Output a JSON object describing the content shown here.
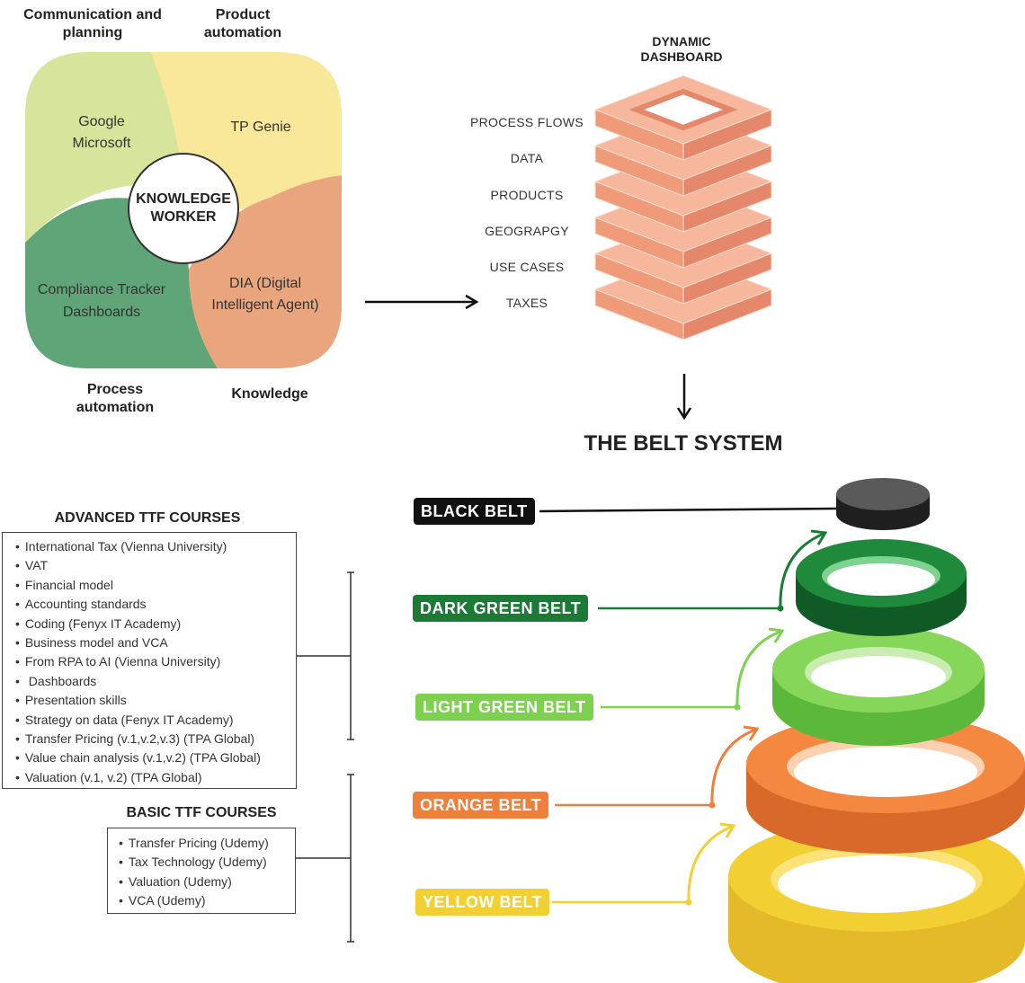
{
  "quadrants": {
    "top_left_label": "Communication and planning",
    "top_right_label": "Product automation",
    "bottom_left_label": "Process automation",
    "bottom_right_label": "Knowledge",
    "top_left_text_1": "Google",
    "top_left_text_2": "Microsoft",
    "top_right_text": "TP Genie",
    "bottom_left_text_1": "Compliance Tracker",
    "bottom_left_text_2": "Dashboards",
    "bottom_right_text_1": "DIA (Digital",
    "bottom_right_text_2": "Intelligent Agent)",
    "center_1": "KNOWLEDGE",
    "center_2": "WORKER"
  },
  "dashboard": {
    "title_1": "DYNAMIC",
    "title_2": "DASHBOARD",
    "layers": [
      "PROCESS FLOWS",
      "DATA",
      "PRODUCTS",
      "GEOGRAPGY",
      "USE CASES",
      "TAXES"
    ]
  },
  "belt_system": {
    "title": "THE BELT SYSTEM",
    "belts": [
      "BLACK BELT",
      "DARK GREEN BELT",
      "LIGHT GREEN BELT",
      "ORANGE BELT",
      "YELLOW BELT"
    ]
  },
  "courses": {
    "advanced_title": "ADVANCED TTF COURSES",
    "advanced": [
      "International Tax (Vienna University)",
      "VAT",
      "Financial model",
      "Accounting standards",
      "Coding (Fenyx IT Academy)",
      "Business model and VCA",
      "From RPA to AI (Vienna University)",
      " Dashboards",
      "Presentation skills",
      "Strategy on data (Fenyx IT Academy)",
      "Transfer Pricing (v.1,v.2,v.3) (TPA Global)",
      "Value chain analysis (v.1,v.2) (TPA Global)",
      "Valuation (v.1, v.2) (TPA Global)"
    ],
    "basic_title": "BASIC TTF COURSES",
    "basic": [
      "Transfer Pricing (Udemy)",
      "Tax Technology (Udemy)",
      "Valuation (Udemy)",
      "VCA (Udemy)"
    ]
  },
  "colors": {
    "quad_light_green": "#d6e59b",
    "quad_yellow": "#f9e79a",
    "quad_dark_green": "#5fa577",
    "quad_salmon": "#e9a57e",
    "tower": "#f3a88a",
    "black_belt": "#3a3a3a",
    "dark_green_belt": "#1b7a35",
    "light_green_belt": "#7dd14f",
    "orange_belt": "#f07f3c",
    "yellow_belt": "#f2cf33"
  }
}
